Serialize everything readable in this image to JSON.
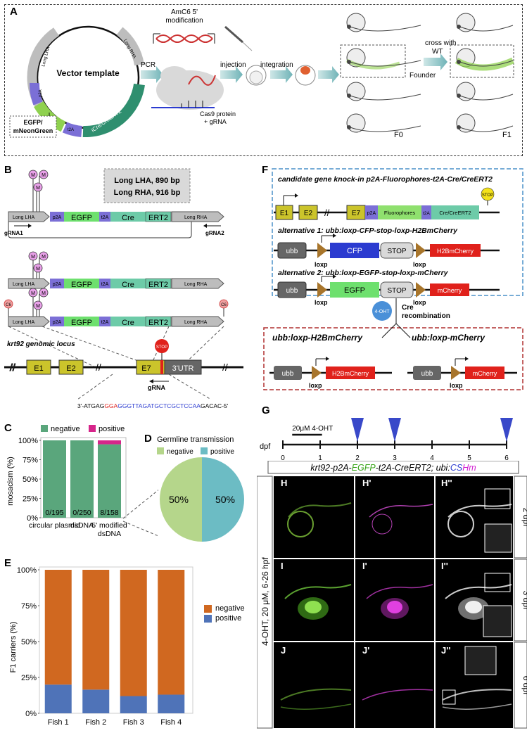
{
  "panelA": {
    "letter": "A",
    "vector_title": "Vector template",
    "seg_long_lha": "Long LHA",
    "seg_long_rha": "Long RHA",
    "seg_p2a": "p2A",
    "seg_t2a": "t2A",
    "seg_cre": "iCre/CreERT2",
    "fluor_box": [
      "EGFP/",
      "mNeonGreen"
    ],
    "amc6": [
      "AmC6 5'",
      "modification"
    ],
    "pcr": "PCR",
    "injection": "injection",
    "integration": "integration",
    "cas9": [
      "Cas9 protein",
      "+ gRNA"
    ],
    "founder": "Founder",
    "f0": "F0",
    "cross": [
      "cross with",
      "WT"
    ],
    "f1": "F1"
  },
  "panelB": {
    "letter": "B",
    "info": [
      "Long LHA, 890 bp",
      "Long RHA, 916 bp"
    ],
    "m": "M",
    "c6": "C6",
    "long_lha": "Long LHA",
    "long_rha": "Long RHA",
    "p2a": "p2A",
    "egfp": "EGFP",
    "t2a": "t2A",
    "cre": "Cre",
    "ert2": "ERT2",
    "grna1": "gRNA1",
    "grna2": "gRNA2",
    "locus": "krt92 genomic locus",
    "e1": "E1",
    "e2": "E2",
    "e7": "E7",
    "utr": "3'UTR",
    "stop": "STOP",
    "grna": "gRNA",
    "seq_parts": [
      {
        "text": "3'-ATGAG",
        "color": "#000000"
      },
      {
        "text": "GGA",
        "color": "#e0211b"
      },
      {
        "text": "GGGTTAGATGCTCGCTCCAA",
        "color": "#2b3bd0"
      },
      {
        "text": "GACAC-5'",
        "color": "#000000"
      }
    ]
  },
  "panelC": {
    "letter": "C",
    "legend_negative": "negative",
    "legend_positive": "positive",
    "ylabel": "mosacism (%)"
  },
  "panelD": {
    "letter": "D",
    "title": "Germline  transmission",
    "legend_negative": "negative",
    "legend_positive": "positive"
  },
  "panelE": {
    "letter": "E",
    "ylabel": "F1 carriers (%)",
    "legend_negative": "negative",
    "legend_positive": "positive"
  },
  "panelF": {
    "letter": "F",
    "title": "candidate gene knock-in p2A-Fluorophores-t2A-Cre/CreERT2",
    "e1": "E1",
    "e2": "E2",
    "e7": "E7",
    "p2a": "p2A",
    "fluorophores": "Fluorophores",
    "t2a": "t2A",
    "cre": "Cre/CreERT2",
    "stop": "STOP",
    "alt1": "alternative 1: ubb:loxp-CFP-stop-loxp-H2BmCherry",
    "alt2": "alternative 2: ubb:loxp-EGFP-stop-loxp-mCherry",
    "ubb": "ubb",
    "cfp": "CFP",
    "egfp": "EGFP",
    "h2bmcherry": "H2BmCherry",
    "mcherry": "mCherry",
    "loxp": "loxp",
    "oht": "4-OHT",
    "cre_recomb": [
      "Cre",
      "recombination"
    ],
    "res1": "ubb:loxp-H2BmCherry",
    "res2": "ubb:loxp-mCherry"
  },
  "panelG": {
    "letter": "G",
    "treatment": "20μM 4-OHT",
    "dpf": "dpf",
    "ticks": [
      "0",
      "1",
      "2",
      "3",
      "4",
      "5",
      "6"
    ]
  },
  "panelH": {
    "title_parts": [
      {
        "text": "krt92-p2A-",
        "color": "#000000"
      },
      {
        "text": "EGFP",
        "color": "#3aa51b"
      },
      {
        "text": "-t2A-CreERT2; ubi:",
        "color": "#000000"
      },
      {
        "text": "CS",
        "color": "#2b3bd0"
      },
      {
        "text": "Hm",
        "color": "#d01bd0"
      }
    ],
    "side_label": "4-OHT, 20 μM, 6-26 hpf",
    "row_labels": [
      "2 dpf",
      "3 dpf",
      "6 dpf"
    ],
    "image_labels": [
      [
        "H",
        "H'",
        "H''"
      ],
      [
        "I",
        "I'",
        "I''"
      ],
      [
        "J",
        "J'",
        "J''"
      ]
    ]
  },
  "chart_data": [
    {
      "type": "bar",
      "panel": "C",
      "stacked": true,
      "categories": [
        "circular plasmid",
        "dsDNA",
        "5' modified dsDNA"
      ],
      "series": [
        {
          "name": "negative",
          "values": [
            100,
            100,
            94.9
          ]
        },
        {
          "name": "positive",
          "values": [
            0,
            0,
            5.1
          ]
        }
      ],
      "data_labels": [
        "0/195",
        "0/250",
        "8/158"
      ],
      "ylabel": "mosacism (%)",
      "yticks": [
        "0%",
        "25%",
        "50%",
        "75%",
        "100%"
      ],
      "ylim": [
        0,
        100
      ],
      "colors": {
        "negative": "#5aa67c",
        "positive": "#d6258a"
      }
    },
    {
      "type": "pie",
      "panel": "D",
      "title": "Germline  transmission",
      "labels": [
        "negative",
        "positive"
      ],
      "values": [
        50,
        50
      ],
      "value_labels": [
        "50%",
        "50%"
      ],
      "colors": {
        "negative": "#b5d68b",
        "positive": "#6cbcc4"
      }
    },
    {
      "type": "bar",
      "panel": "E",
      "stacked": true,
      "categories": [
        "Fish 1",
        "Fish 2",
        "Fish 3",
        "Fish 4"
      ],
      "series": [
        {
          "name": "positive",
          "values": [
            20,
            16.5,
            12,
            13
          ]
        },
        {
          "name": "negative",
          "values": [
            80,
            83.5,
            88,
            87
          ]
        }
      ],
      "ylabel": "F1 carriers (%)",
      "yticks": [
        "0%",
        "25%",
        "50%",
        "75%",
        "100%"
      ],
      "ylim": [
        0,
        100
      ],
      "colors": {
        "negative": "#d06820",
        "positive": "#4f73b8"
      }
    },
    {
      "type": "timeline",
      "panel": "G",
      "xlabel": "dpf",
      "ticks": [
        0,
        1,
        2,
        3,
        4,
        5,
        6
      ],
      "treatment_range": [
        0.25,
        1.05
      ],
      "treatment_label": "20μM 4-OHT",
      "markers": [
        2,
        3,
        6
      ]
    }
  ]
}
